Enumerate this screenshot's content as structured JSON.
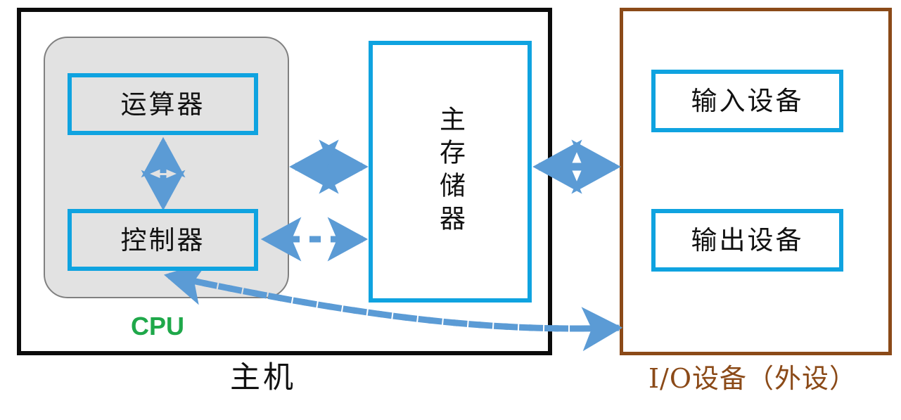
{
  "diagram": {
    "title": "Computer system block diagram",
    "colors": {
      "host_border": "#0b0b0b",
      "io_border": "#8b4a18",
      "component_border": "#0fa3e0",
      "cpu_fill": "#e2e2e2",
      "cpu_border": "#808080",
      "arrow": "#5b9bd5",
      "cpu_label": "#1fa84a",
      "io_label": "#8b4a18",
      "host_label": "#111111"
    },
    "containers": [
      {
        "name": "host",
        "caption": "主机",
        "border_color": "#0b0b0b"
      },
      {
        "name": "io-devices",
        "caption": "I/O设备（外设）",
        "border_color": "#8b4a18"
      },
      {
        "name": "cpu",
        "caption": "CPU",
        "border_color": "#808080"
      }
    ],
    "components": [
      {
        "id": "alu",
        "label": "运算器",
        "orientation": "horizontal"
      },
      {
        "id": "controller",
        "label": "控制器",
        "orientation": "horizontal"
      },
      {
        "id": "memory",
        "label": "主存储器",
        "orientation": "vertical"
      },
      {
        "id": "input",
        "label": "输入设备",
        "orientation": "horizontal"
      },
      {
        "id": "output",
        "label": "输出设备",
        "orientation": "horizontal"
      }
    ],
    "connections": [
      {
        "id": "alu-controller",
        "from": "运算器",
        "to": "控制器",
        "style": "dashed",
        "heads": "both",
        "direction": "vertical"
      },
      {
        "id": "cpu-memory-data",
        "from": "CPU",
        "to": "主存储器",
        "style": "solid",
        "heads": "both",
        "direction": "horizontal"
      },
      {
        "id": "controller-memory",
        "from": "控制器",
        "to": "主存储器",
        "style": "dashed",
        "heads": "both",
        "direction": "horizontal"
      },
      {
        "id": "memory-io",
        "from": "主存储器",
        "to": "I/O设备",
        "style": "solid",
        "heads": "both",
        "direction": "horizontal"
      },
      {
        "id": "io-controller",
        "from": "I/O设备",
        "to": "控制器",
        "style": "dashed",
        "heads": "both",
        "direction": "curved"
      }
    ],
    "labels": {
      "alu": "运算器",
      "controller": "控制器",
      "memory": "主存储器",
      "input_device": "输入设备",
      "output_device": "输出设备",
      "cpu": "CPU",
      "host": "主机",
      "io_devices": "I/O设备（外设）"
    }
  }
}
